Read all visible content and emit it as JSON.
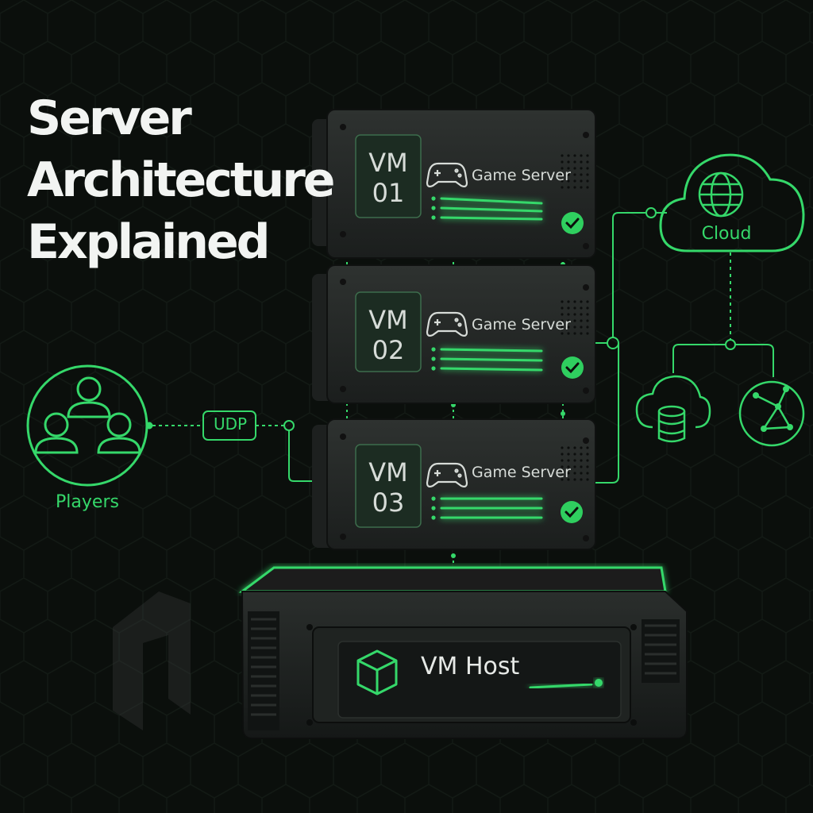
{
  "title": {
    "line1": "Server",
    "line2": "Architecture",
    "line3": "Explained"
  },
  "players": {
    "label": "Players",
    "icon": "users-icon"
  },
  "link": {
    "protocol": "UDP"
  },
  "vms": [
    {
      "id_line1": "VM",
      "id_line2": "01",
      "role": "Game Server",
      "status": "check-icon"
    },
    {
      "id_line1": "VM",
      "id_line2": "02",
      "role": "Game Server",
      "status": "check-icon"
    },
    {
      "id_line1": "VM",
      "id_line2": "03",
      "role": "Game Server",
      "status": "check-icon"
    }
  ],
  "host": {
    "label": "VM Host",
    "icon": "cube-icon"
  },
  "cloud": {
    "label": "Cloud",
    "icon": "globe-icon",
    "children": [
      "database-cloud-icon",
      "network-globe-icon"
    ]
  },
  "colors": {
    "accent": "#35d86a",
    "background": "#0b0f0c",
    "panel": "#262a28",
    "text": "#e6e9e6"
  }
}
